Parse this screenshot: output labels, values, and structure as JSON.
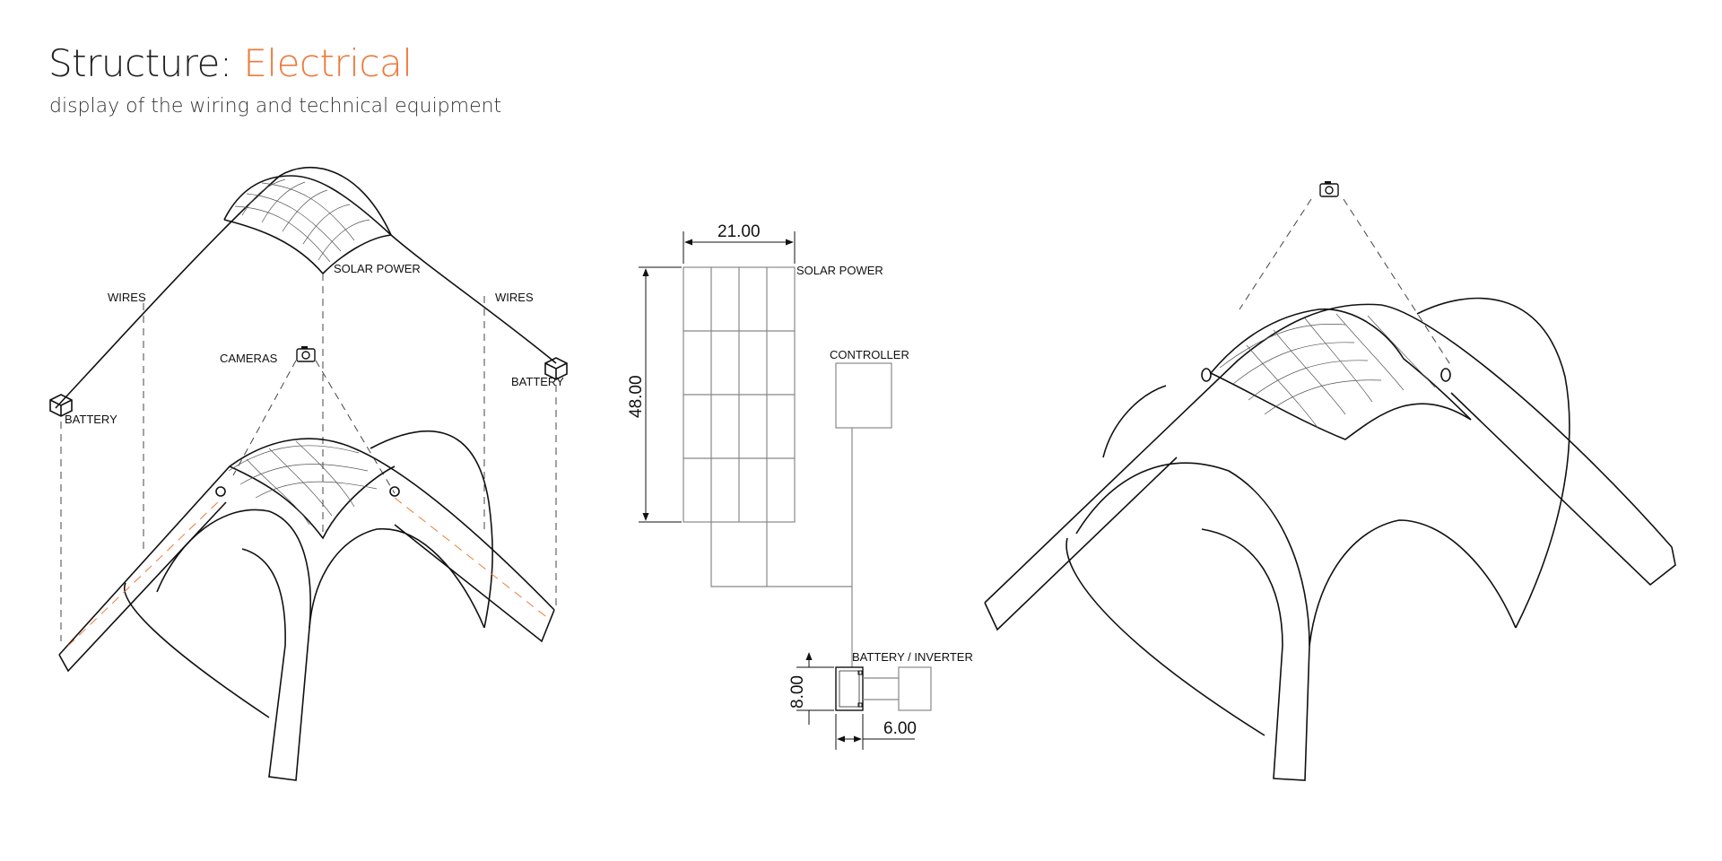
{
  "header": {
    "title_prefix": "Structure: ",
    "title_accent": "Electrical",
    "subtitle": "display of the wiring and technical equipment"
  },
  "colors": {
    "accent": "#ee7a3c",
    "line": "#111111"
  },
  "labels": {
    "solar_power_left": "SOLAR POWER",
    "wires_left": "WIRES",
    "wires_right": "WIRES",
    "cameras": "CAMERAS",
    "battery_left": "BATTERY",
    "battery_right": "BATTERY",
    "solar_power_schematic": "SOLAR POWER",
    "controller": "CONTROLLER",
    "battery_inverter": "BATTERY / INVERTER"
  },
  "dimensions": {
    "panel_width": "21.00",
    "panel_height": "48.00",
    "battery_height": "8.00",
    "battery_width": "6.00"
  },
  "icons": [
    "camera-icon",
    "battery-icon"
  ]
}
